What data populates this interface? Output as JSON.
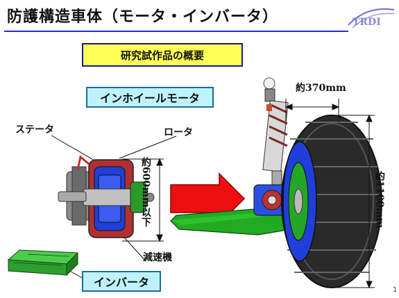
{
  "slide": {
    "title": "防護構造車体（モータ・インバータ）",
    "logo_text": "TRDI",
    "heading": "研究試作品の概要",
    "page_number": "1"
  },
  "labels": {
    "in_wheel_motor": "インホイールモータ",
    "stator": "ステータ",
    "rotor": "ロータ",
    "reducer": "減速機",
    "inverter": "インバータ",
    "motor_size": "約600mm以下",
    "wheel_width": "約370mm",
    "wheel_height": "約1100mm"
  },
  "colors": {
    "title_rule": "#2b2bd0",
    "heading_box": "#ffff55",
    "label_box": "#bff2ff",
    "arrow": "#ee1010"
  }
}
